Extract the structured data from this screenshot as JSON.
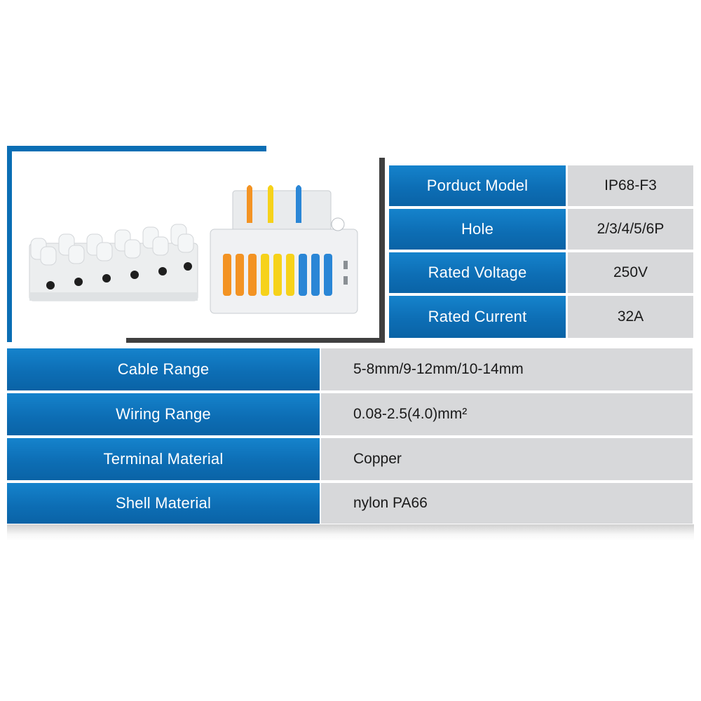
{
  "top_specs": [
    {
      "label": "Porduct Model",
      "value": "IP68-F3"
    },
    {
      "label": "Hole",
      "value": "2/3/4/5/6P"
    },
    {
      "label": "Rated Voltage",
      "value": "250V"
    },
    {
      "label": "Rated Current",
      "value": "32A"
    }
  ],
  "bottom_specs": [
    {
      "label": "Cable Range",
      "value": "5-8mm/9-12mm/10-14mm"
    },
    {
      "label": "Wiring Range",
      "value": "0.08-2.5(4.0)mm²"
    },
    {
      "label": "Terminal Material",
      "value": "Copper"
    },
    {
      "label": "Shell Material",
      "value": "nylon PA66"
    }
  ],
  "colors": {
    "accent_blue": "#0a6eb4",
    "value_gray": "#d7d8da",
    "lever_orange": "#f39323",
    "lever_yellow": "#f6d21a",
    "lever_blue": "#2a86d6"
  }
}
